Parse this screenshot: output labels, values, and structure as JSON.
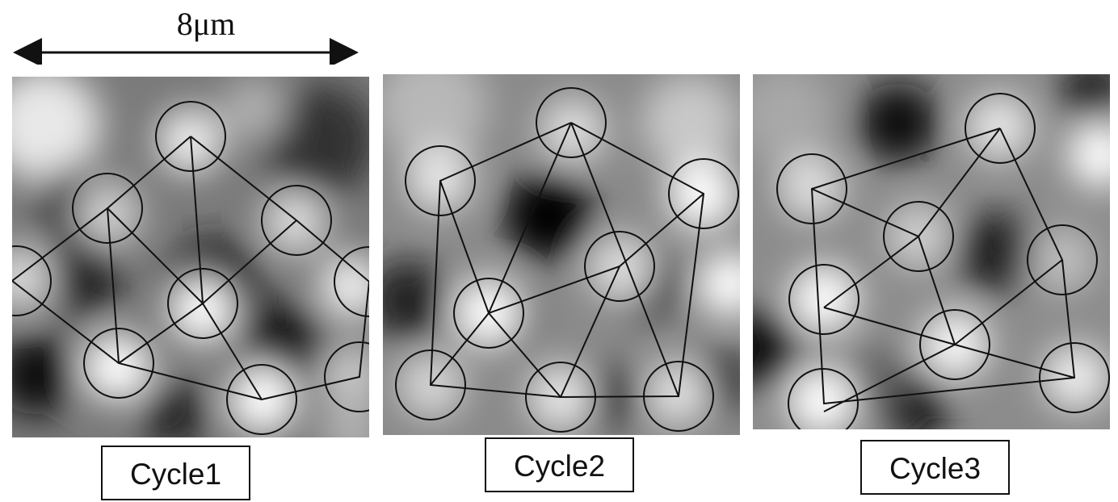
{
  "scale_bar": {
    "label": "8μm"
  },
  "panels": [
    {
      "caption": "Cycle1"
    },
    {
      "caption": "Cycle2"
    },
    {
      "caption": "Cycle3"
    }
  ]
}
